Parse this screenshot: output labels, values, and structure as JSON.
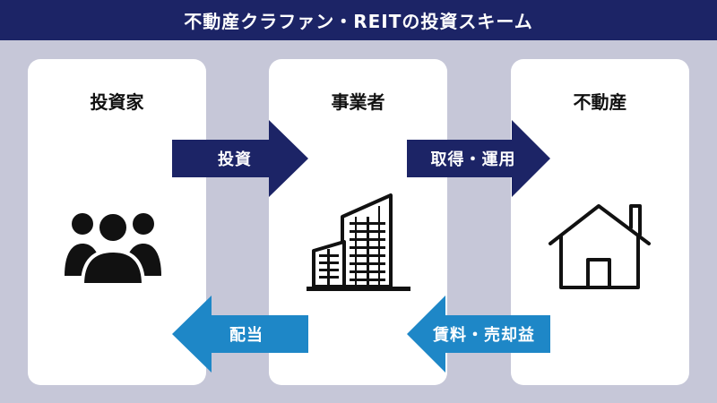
{
  "title": "不動産クラファン・REITの投資スキーム",
  "colors": {
    "header_bg": "#1c2466",
    "background": "#c6c7d8",
    "panel": "#ffffff",
    "arrow_forward": "#1c2466",
    "arrow_backward": "#1e87c7",
    "icon": "#111111"
  },
  "nodes": [
    {
      "label": "投資家",
      "icon": "people-group-icon"
    },
    {
      "label": "事業者",
      "icon": "office-buildings-icon"
    },
    {
      "label": "不動産",
      "icon": "house-icon"
    }
  ],
  "arrows": {
    "invest": {
      "label": "投資",
      "from": "投資家",
      "to": "事業者"
    },
    "acquire": {
      "label": "取得・運用",
      "from": "事業者",
      "to": "不動産"
    },
    "rent": {
      "label": "賃料・売却益",
      "from": "不動産",
      "to": "事業者"
    },
    "dividend": {
      "label": "配当",
      "from": "事業者",
      "to": "投資家"
    }
  }
}
